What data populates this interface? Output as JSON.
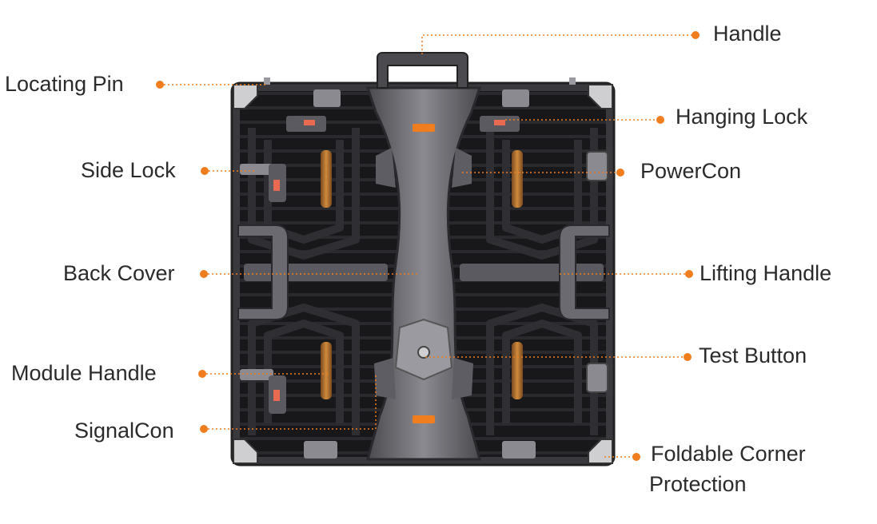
{
  "colors": {
    "accent": "#f07d1e",
    "text": "#2b2b2b",
    "panel_dark": "#1b1b1d",
    "panel_frame": "#3a3a3e",
    "spine": "#6b6b70"
  },
  "labels": {
    "handle": "Handle",
    "locating_pin": "Locating Pin",
    "hanging_lock": "Hanging Lock",
    "side_lock": "Side Lock",
    "powercon": "PowerCon",
    "back_cover": "Back Cover",
    "lifting_handle": "Lifting Handle",
    "test_button": "Test Button",
    "module_handle": "Module Handle",
    "signalcon": "SignalCon",
    "foldable_corner_line1": "Foldable Corner",
    "foldable_corner_line2": "Protection"
  }
}
